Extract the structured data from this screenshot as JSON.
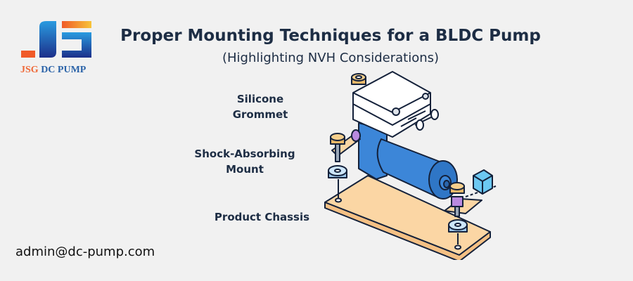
{
  "logo": {
    "text_part1": "JSG",
    "text_part2": "DC PUMP"
  },
  "header": {
    "title": "Proper Mounting Techniques for a BLDC Pump",
    "subtitle": "(Highlighting NVH Considerations)"
  },
  "labels": {
    "silicone_grommet_line1": "Silicone",
    "silicone_grommet_line2": "Grommet",
    "shock_mount_line1": "Shock-Absorbing",
    "shock_mount_line2": "Mount",
    "chassis": "Product Chassis"
  },
  "contact": {
    "email": "admin@dc-pump.com"
  },
  "colors": {
    "navy": "#1d2d44",
    "orange": "#ef6a3a",
    "blue": "#2b63a8",
    "motor": "#3c86d8",
    "plate": "#fbd6a4"
  }
}
